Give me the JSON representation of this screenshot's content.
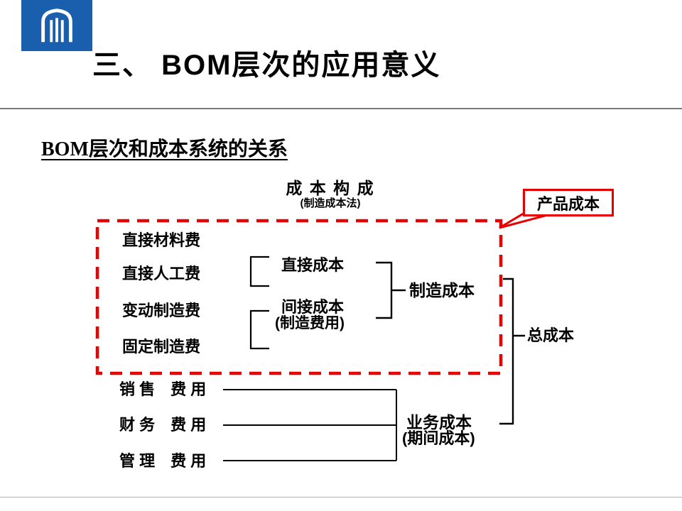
{
  "colors": {
    "accent_red": "#e80000",
    "logo_blue": "#1a5fae",
    "text_black": "#000000",
    "divider_gray": "#7a7a7a"
  },
  "slide": {
    "title": "三、 BOM层次的应用意义",
    "section_heading": "BOM层次和成本系统的关系",
    "logo_icon": "arch-columns-icon",
    "diagram": {
      "title": "成 本 构 成",
      "subtitle": "(制造成本法)",
      "callout": "产品成本",
      "cost_items": [
        {
          "label": "直接材料费"
        },
        {
          "label": "直接人工费"
        },
        {
          "label": "变动制造费"
        },
        {
          "label": "固定制造费"
        }
      ],
      "direct_cost": "直接成本",
      "indirect_cost": "间接成本",
      "indirect_cost_note": "(制造费用)",
      "manufacturing_cost": "制造成本",
      "total_cost": "总成本",
      "expense_items": [
        {
          "label": "销 售　费 用"
        },
        {
          "label": "财 务　费 用"
        },
        {
          "label": "管 理　费 用"
        }
      ],
      "business_cost": "业务成本",
      "business_cost_note": "(期间成本)"
    }
  }
}
